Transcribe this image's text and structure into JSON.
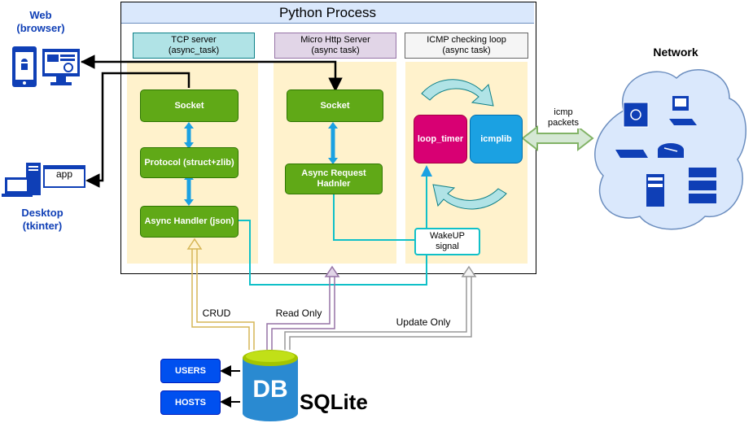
{
  "process": {
    "title": "Python Process"
  },
  "columns": [
    {
      "header_line1": "TCP server",
      "header_line2": "(async_task)",
      "header_bg": "#b0e3e6"
    },
    {
      "header_line1": "Micro Http Server",
      "header_line2": "(async task)",
      "header_bg": "#e1d5e7"
    },
    {
      "header_line1": "ICMP checking loop",
      "header_line2": "(async task)",
      "header_bg": "#f5f5f5"
    }
  ],
  "tcp": {
    "socket": "Socket",
    "protocol": "Protocol (struct+zlib)",
    "handler": "Async Handler (json)"
  },
  "http": {
    "socket": "Socket",
    "handler_line1": "Async Request",
    "handler_line2": "Hadnler"
  },
  "icmp": {
    "loop_timer": "loop_timer",
    "icmplib": "icmplib",
    "wakeup_line1": "WakeUP",
    "wakeup_line2": "signal"
  },
  "clients": {
    "web_line1": "Web",
    "web_line2": "(browser)",
    "desktop_line1": "Desktop",
    "desktop_line2": "(tkinter)",
    "app_label": "app"
  },
  "network": {
    "title": "Network",
    "packets_line1": "icmp",
    "packets_line2": "packets"
  },
  "db": {
    "logo": "DB",
    "name": "SQLite",
    "tables": [
      "USERS",
      "HOSTS"
    ]
  },
  "edges": {
    "crud": "CRUD",
    "read_only": "Read Only",
    "update_only": "Update Only"
  },
  "colors": {
    "green": "#60a917",
    "teal": "#10c0c8",
    "crud_line": "#d6b656",
    "read_line": "#9673a6",
    "update_line": "#999999",
    "panel": "#fff2cc",
    "db_blue": "#2a8ad1",
    "table_blue": "#0050ef",
    "loop_timer": "#d80073",
    "icmplib": "#1ba1e2",
    "client_blue": "#0f3fb6"
  }
}
